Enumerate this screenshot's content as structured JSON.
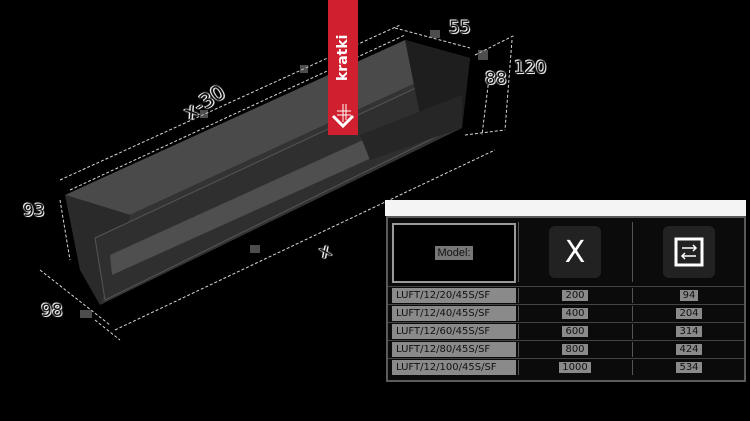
{
  "diagram": {
    "subject": "ventilation grille LUFT (isometric dimension drawing)",
    "colors": {
      "background": "#000000",
      "product_body": "#3a3a3a",
      "brand_badge": "#d01f2e",
      "dimension_lines": "#cfcfcf"
    },
    "dimensions": {
      "length_top": "x-30",
      "length_bottom": "x",
      "depth_top": "55",
      "height_outer": "120",
      "height_inner": "88",
      "left_height": "93",
      "left_depth": "98"
    },
    "brand": {
      "name": "kratki",
      "icon": "kratki-logo-arrow-icon"
    }
  },
  "spec_table": {
    "headers": {
      "model": "Model:",
      "x_icon_label": "X",
      "second_icon": "exchange-arrows-icon"
    },
    "rows": [
      {
        "model": "LUFT/12/20/45S/SF",
        "x": "200",
        "value": "94"
      },
      {
        "model": "LUFT/12/40/45S/SF",
        "x": "400",
        "value": "204"
      },
      {
        "model": "LUFT/12/60/45S/SF",
        "x": "600",
        "value": "314"
      },
      {
        "model": "LUFT/12/80/45S/SF",
        "x": "800",
        "value": "424"
      },
      {
        "model": "LUFT/12/100/45S/SF",
        "x": "1000",
        "value": "534"
      }
    ]
  }
}
